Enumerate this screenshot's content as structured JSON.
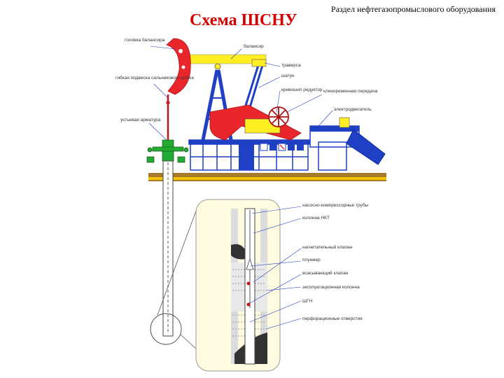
{
  "header": {
    "section_title": "Раздел нефтегазопромыслового оборудования",
    "title": "Схема ШСНУ"
  },
  "labels": {
    "golovka_balansira": "головка балансира",
    "balansir": "балансир",
    "gibkaya_podveska": "гибкая подвеска сальникового штока",
    "ustevaya_armatura": "устьевая арматура",
    "traversa": "траверса",
    "shatun": "шатун",
    "kriv_reduktor": "кривошип редуктор",
    "klinoremennaya": "клиноременная передача",
    "elektrodvigatel": "электродвигатель",
    "nkt": "насосно-компрессорные трубы",
    "kolonna_nkt": "колонна НКТ",
    "nagnetatelny_klapan": "нагнетательный клапан",
    "plunzher": "плунжер",
    "vsasyvayushchiy_klapan": "всасывающий клапан",
    "ekspluat_kolonna": "эксплуатационная колонна",
    "shgn": "ШГН",
    "perforatsiya": "перфорационные отверстия"
  },
  "colors": {
    "frame_red": "#e8262b",
    "walking_beam_yellow": "#ffee22",
    "structure_blue": "#1f3fc4",
    "ground_brown": "#a67a2a",
    "ground_yellow": "#f3c400",
    "highlight_green": "#22aa33",
    "title_red": "#d40000"
  }
}
